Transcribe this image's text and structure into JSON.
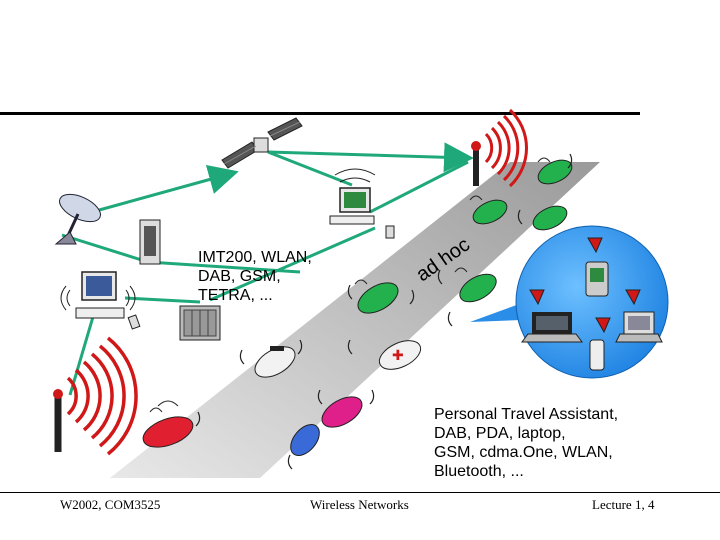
{
  "labels": {
    "networks": [
      "IMT200, WLAN,",
      "DAB, GSM,",
      "TETRA, ..."
    ],
    "adhoc": "ad hoc",
    "pta": [
      "Personal Travel Assistant,",
      "DAB, PDA, laptop,",
      "GSM, cdma.One, WLAN,",
      "Bluetooth, ..."
    ]
  },
  "footer": {
    "left": "W2002, COM3525",
    "center": "Wireless Networks",
    "right": "Lecture 1, 4"
  },
  "colors": {
    "link": "#1fa87a",
    "road": "#a9a9a9",
    "antenna": "#d01818",
    "car_green": "#22b14c",
    "car_red": "#e02030",
    "car_magenta": "#e0208a",
    "car_blue": "#3a6ad8",
    "pta_bubble": "#2a8ee8"
  }
}
